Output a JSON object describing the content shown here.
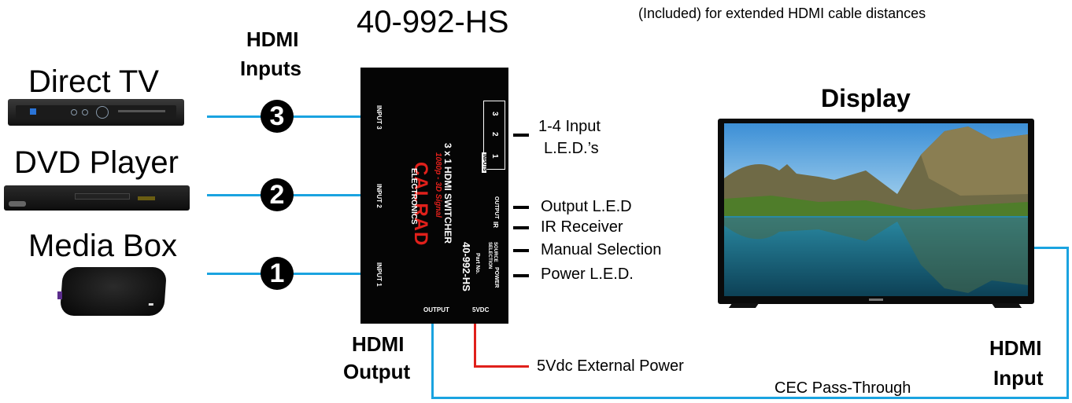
{
  "title": "40-992-HS",
  "top_note": "(Included) for extended HDMI cable distances",
  "hdmi_inputs_label": [
    "HDMI",
    "Inputs"
  ],
  "hdmi_output_label": [
    "HDMI",
    "Output"
  ],
  "hdmi_input_label": [
    "HDMI",
    "Input"
  ],
  "display_label": "Display",
  "sources": [
    {
      "name": "Direct TV",
      "number": "3",
      "port": "INPUT 3"
    },
    {
      "name": "DVD Player",
      "number": "2",
      "port": "INPUT 2"
    },
    {
      "name": "Media Box",
      "number": "1",
      "port": "INPUT 1"
    }
  ],
  "callouts": {
    "input_leds_line1": "1-4 Input",
    "input_leds_line2": "L.E.D.’s",
    "output_led": "Output L.E.D",
    "ir_receiver": "IR Receiver",
    "manual_selection": "Manual Selection",
    "power_led": "Power L.E.D.",
    "external_power": "5Vdc External Power",
    "cec": "CEC Pass-Through"
  },
  "switcher": {
    "brand": "CALRAD",
    "brand_sub": "ELECTRONICS",
    "product_line1": "3 x 1 HDMI SWITCHER",
    "product_line2": "1080p - 3D Signal",
    "part_no_label": "Part No.",
    "part_no": "40-992-HS",
    "output_port": "OUTPUT",
    "power_port": "5VDC",
    "led_numbers": [
      "1",
      "2",
      "3"
    ],
    "led_box_label": "INPUTS",
    "output_led": "OUTPUT",
    "ir": "IR",
    "source_selection": "SOURCE SELECTION",
    "power": "POWER"
  },
  "colors": {
    "cable": "#1aa3e0",
    "power_cable": "#e0201b"
  }
}
